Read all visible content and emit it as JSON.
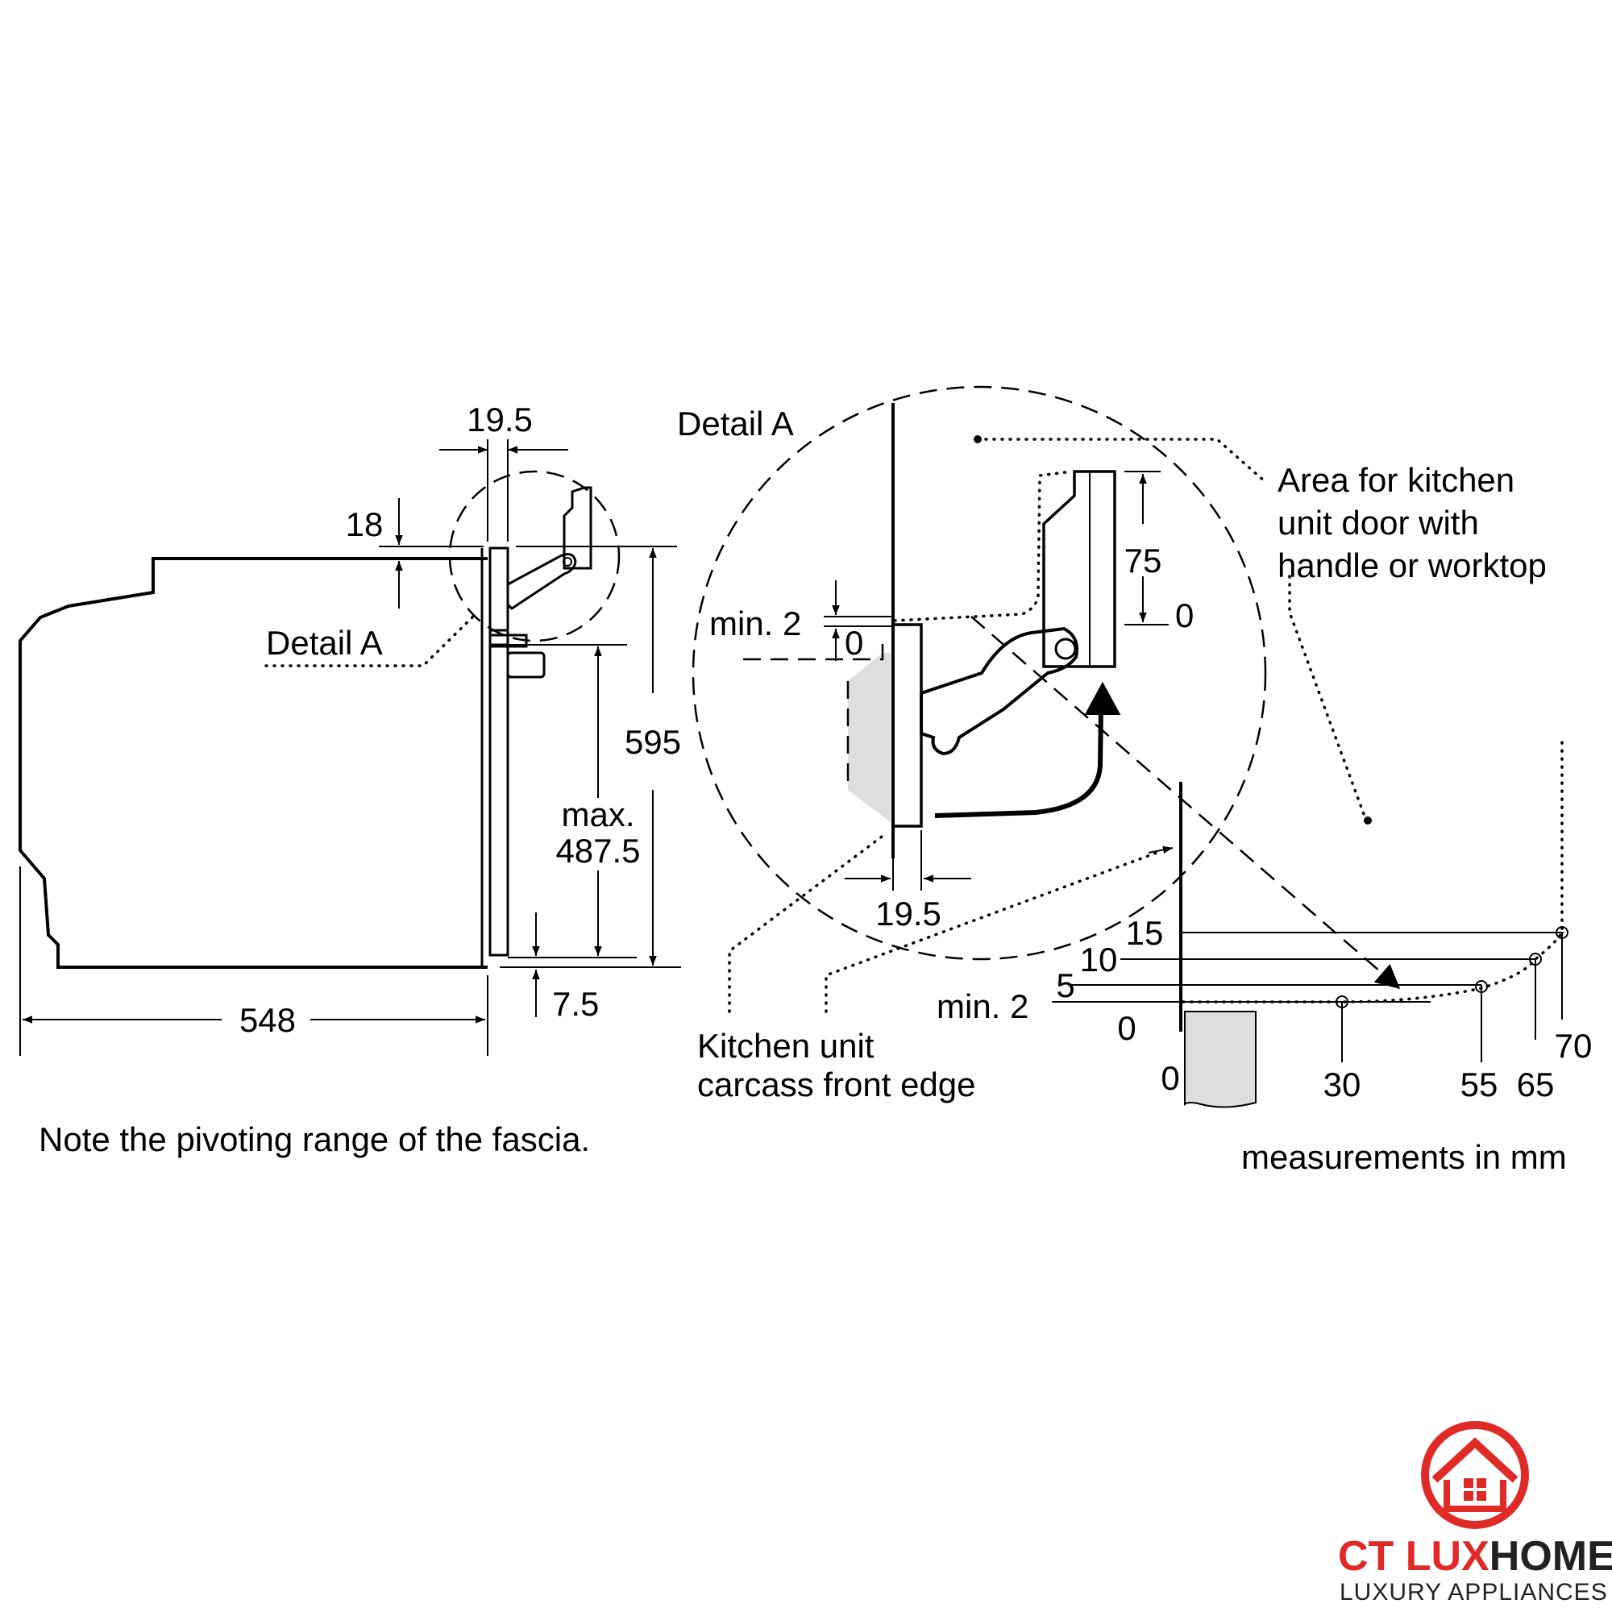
{
  "labels": {
    "top_width": "19.5",
    "top_gap": "18",
    "detail_a_left": "Detail A",
    "height_total": "595",
    "max_label": "max.",
    "max_value": "487.5",
    "depth": "548",
    "bottom_gap": "7.5",
    "note": "Note the pivoting range of the fascia.",
    "detail_a_title": "Detail A",
    "area_line1": "Area for kitchen",
    "area_line2": "unit door with",
    "area_line3": "handle or worktop",
    "door_height": "75",
    "door_zero": "0",
    "min2_detail": "min. 2",
    "zero_detail": "0",
    "fascia_width": "19.5",
    "carcass_line1": "Kitchen unit",
    "carcass_line2": "carcass front edge",
    "y15": "15",
    "y10": "10",
    "y5": "5",
    "ymin2": "min. 2",
    "y0": "0",
    "x0": "0",
    "x30": "30",
    "x55": "55",
    "x65": "65",
    "x70": "70",
    "units": "measurements in mm"
  },
  "brand": {
    "name_part1": "CT LUX",
    "name_part2": "HOME",
    "tagline": "LUXURY APPLIANCES",
    "accent_color": "#e02a27",
    "text_color": "#222222"
  }
}
